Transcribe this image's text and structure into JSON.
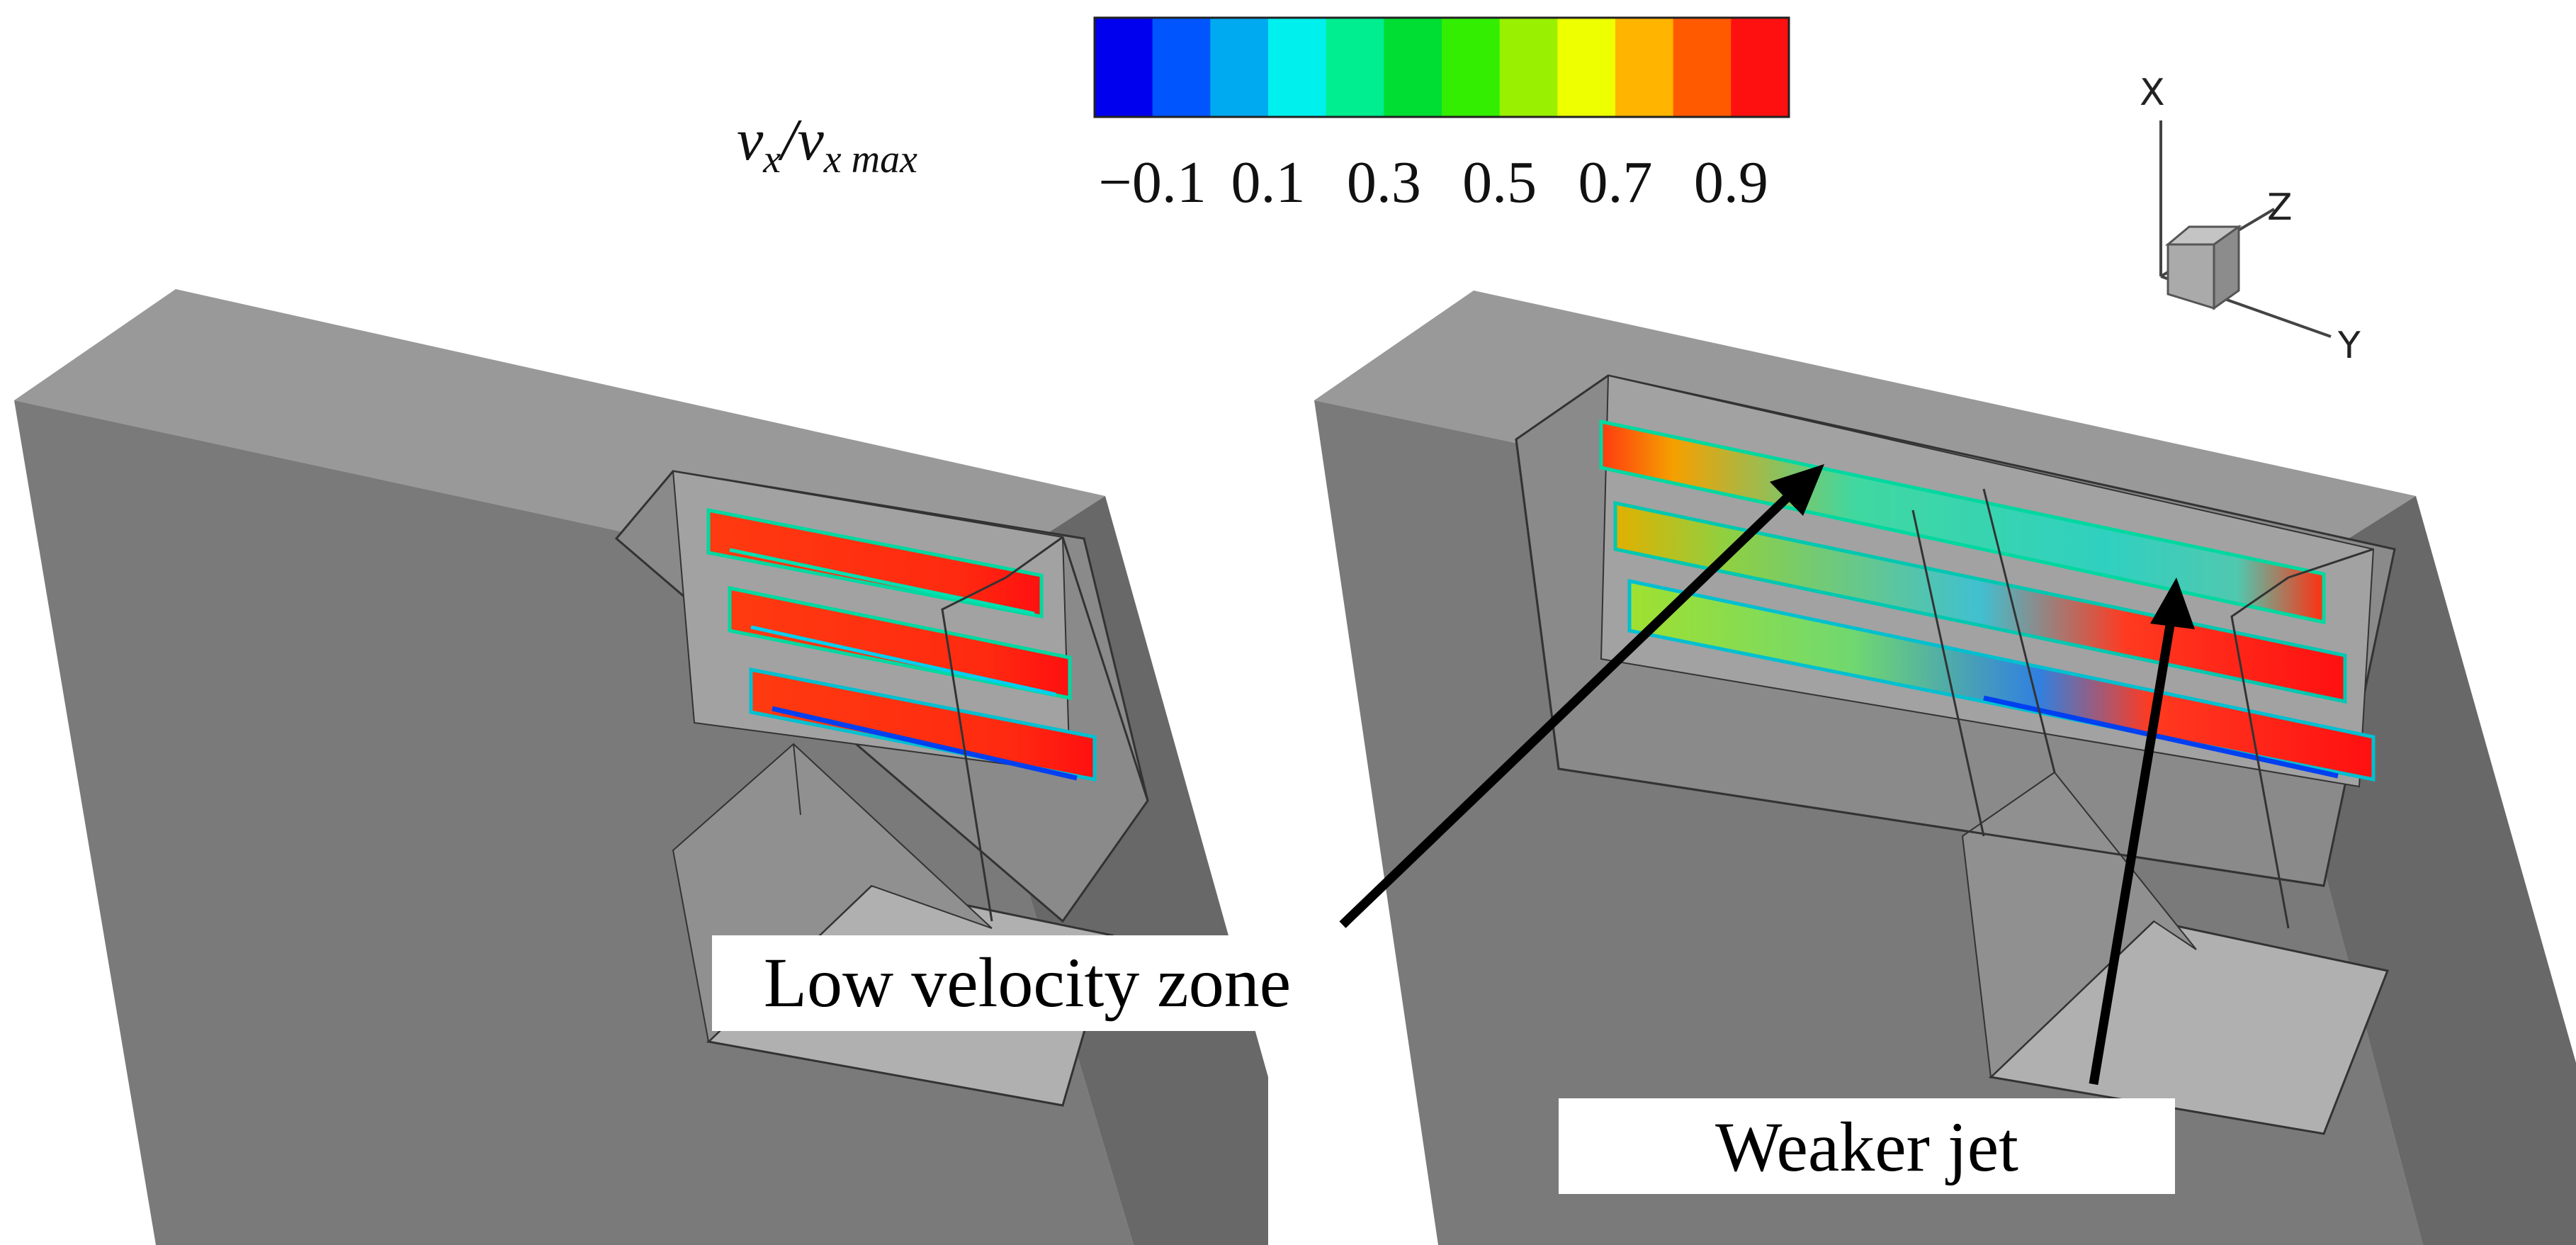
{
  "colorbar": {
    "label_numerator": "v",
    "label_numerator_sub": "x",
    "label_denominator": "v",
    "label_denominator_sub": "x max",
    "colors": [
      "#0000ee",
      "#0055ff",
      "#00aaf0",
      "#00f0ee",
      "#00ee90",
      "#00dd33",
      "#33ee00",
      "#99f000",
      "#eeff00",
      "#ffb400",
      "#ff5a00",
      "#ff1010"
    ],
    "ticks": [
      "−0.1",
      "0.1",
      "0.3",
      "0.5",
      "0.7",
      "0.9"
    ]
  },
  "axis_triad": {
    "x_label": "X",
    "y_label": "Y",
    "z_label": "Z"
  },
  "annotations": {
    "low_velocity": "Low velocity zone",
    "weaker_jet": "Weaker jet"
  },
  "geometry_colors": {
    "top_face": "#999999",
    "front_face": "#7a7a7a",
    "side_face": "#686868",
    "recess_light": "#b0b0b0",
    "edge": "#333333"
  }
}
